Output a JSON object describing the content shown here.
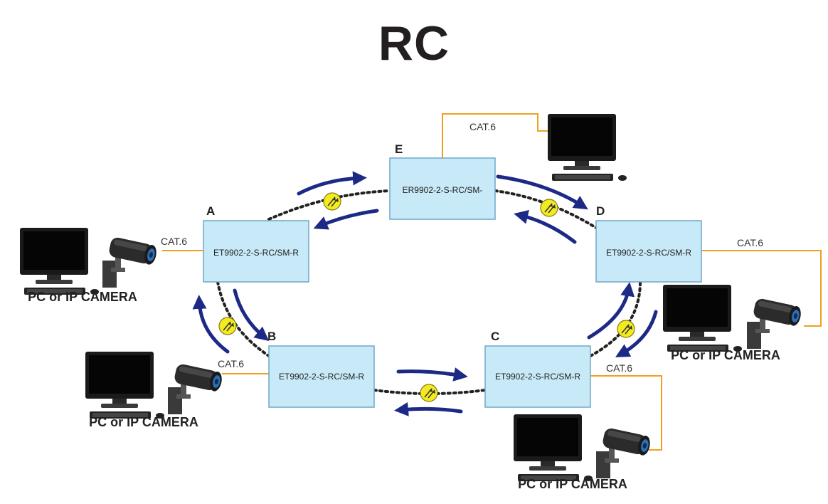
{
  "title": "RC",
  "colors": {
    "node_fill": "#c8e9f7",
    "node_stroke": "#6fa8c8",
    "cable": "#f0a020",
    "arrow": "#1c2a86",
    "fiber_icon": "#f3eb22"
  },
  "nodes": {
    "A": {
      "letter": "A",
      "model": "ET9902-2-S-RC/SM-R"
    },
    "B": {
      "letter": "B",
      "model": "ET9902-2-S-RC/SM-R"
    },
    "C": {
      "letter": "C",
      "model": "ET9902-2-S-RC/SM-R"
    },
    "D": {
      "letter": "D",
      "model": "ET9902-2-S-RC/SM-R"
    },
    "E": {
      "letter": "E",
      "model": "ER9902-2-S-RC/SM-"
    }
  },
  "cable_labels": {
    "a": "CAT.6",
    "b": "CAT.6",
    "c": "CAT.6",
    "d": "CAT.6",
    "e": "CAT.6"
  },
  "device_labels": {
    "a": "PC or IP CAMERA",
    "b": "PC or IP CAMERA",
    "c": "PC or IP CAMERA",
    "d": "PC or IP CAMERA"
  },
  "icons": [
    "monitor-icon",
    "keyboard-icon",
    "mouse-icon",
    "ip-camera-icon",
    "fiber-link-icon",
    "direction-arrow-icon"
  ]
}
